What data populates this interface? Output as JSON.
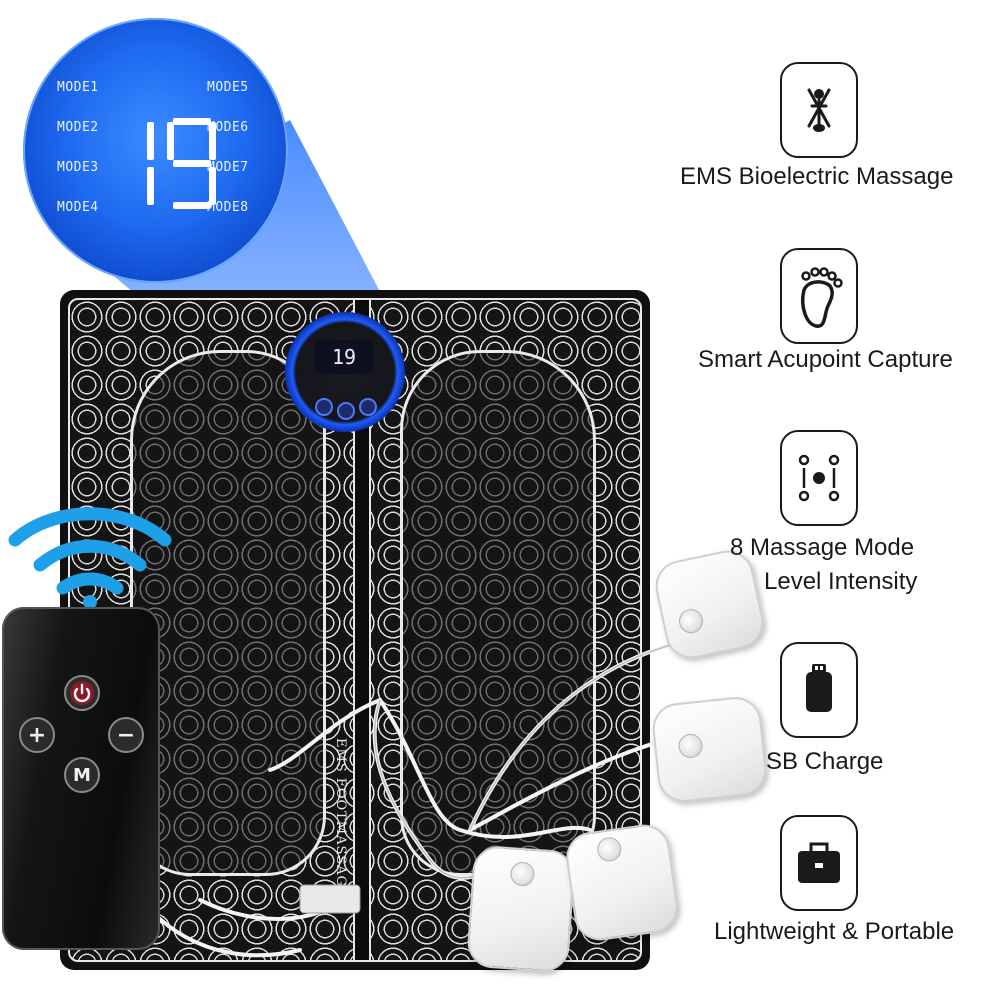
{
  "display": {
    "modes_left": [
      "MODE1",
      "MODE2",
      "MODE3",
      "MODE4"
    ],
    "modes_right": [
      "MODE5",
      "MODE6",
      "MODE7",
      "MODE8"
    ],
    "level": "19"
  },
  "mat": {
    "print": "EMS FOOTMASSAGER",
    "screen_value": "19"
  },
  "remote": {
    "buttons": [
      "+",
      "−",
      "M"
    ]
  },
  "features": [
    {
      "icon": "ems-icon",
      "label": "EMS Bioelectric Massage"
    },
    {
      "icon": "foot-icon",
      "label": "Smart Acupoint Capture"
    },
    {
      "icon": "mode-dots-icon",
      "label_line1": "8 Massage Mode",
      "label_line2": "Level Intensity"
    },
    {
      "icon": "usb-icon",
      "label": "SB Charge"
    },
    {
      "icon": "briefcase-icon",
      "label": "Lightweight & Portable"
    }
  ],
  "colors": {
    "accent_blue": "#1e6af0",
    "mat_black": "#101010",
    "wifi_blue": "#1ea0e8"
  }
}
